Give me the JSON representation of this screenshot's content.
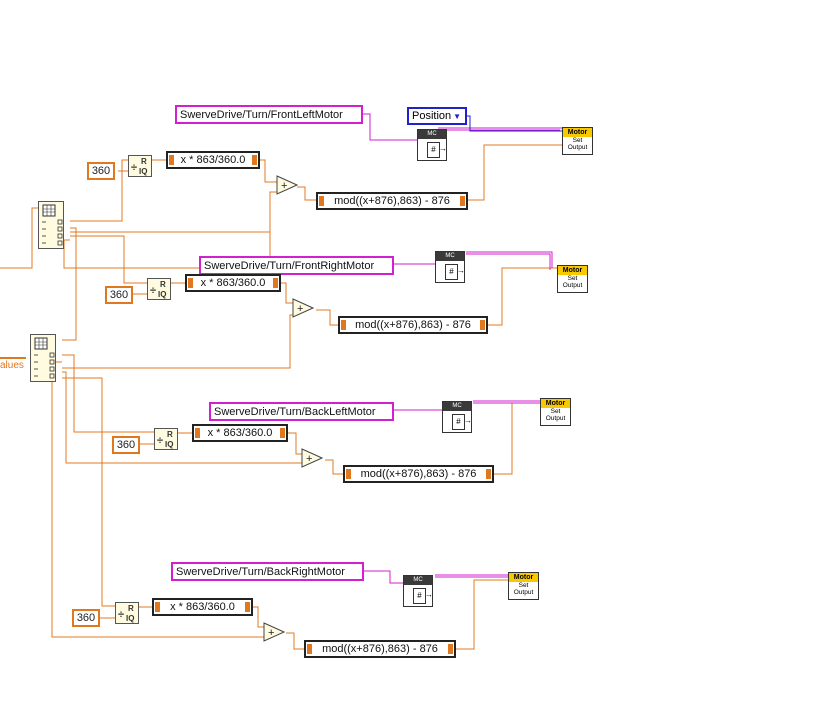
{
  "motor_paths": {
    "front_left": "SwerveDrive/Turn/FrontLeftMotor",
    "front_right": "SwerveDrive/Turn/FrontRightMotor",
    "back_left": "SwerveDrive/Turn/BackLeftMotor",
    "back_right": "SwerveDrive/Turn/BackRightMotor"
  },
  "control_mode": "Position",
  "degrees_constant": "360",
  "scale_formula": "x * 863/360.0",
  "mod_formula": "mod((x+876),863) - 876",
  "quotient": {
    "top": "R",
    "bottom": "IQ"
  },
  "mc_label": "MC",
  "mc_glyph": "#",
  "motor_block": {
    "header": "Motor",
    "line1": "Set",
    "line2": "Output"
  },
  "partial_label": "alues",
  "colors": {
    "string_wire": "#d020d0",
    "numeric_wire": "#e07820",
    "enum": "#2020d0",
    "motor_header": "#f8c800"
  }
}
